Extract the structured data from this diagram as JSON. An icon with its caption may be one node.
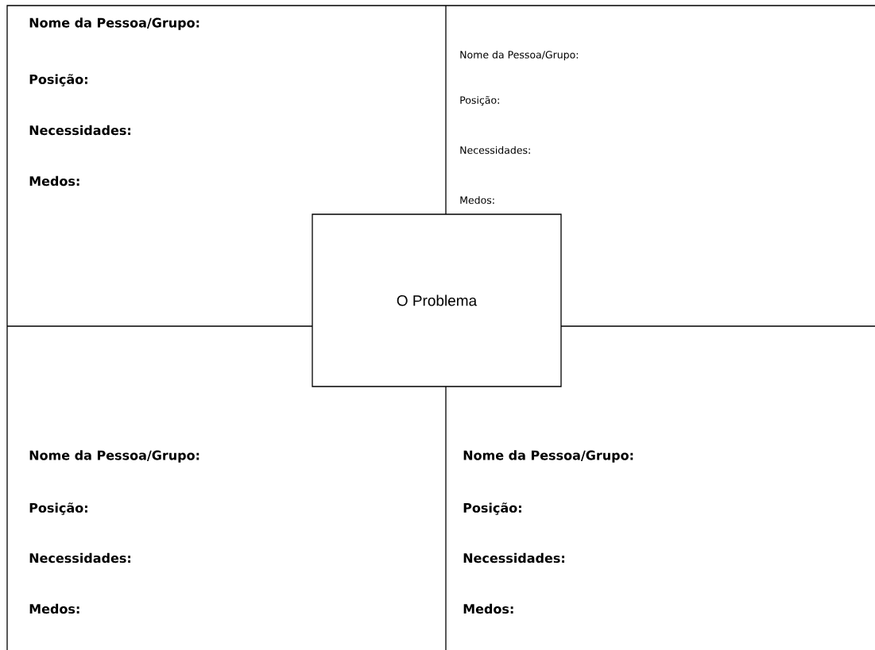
{
  "diagram": {
    "nodes": [
      {
        "text": [
          "Nome da Pessoa/Grupo:",
          "Posição:",
          "Necessidades:",
          "Medos:"
        ]
      },
      {
        "text": [
          "Nome da Pessoa/Grupo:",
          "Posição:",
          "Necessidades:",
          "Medos:"
        ]
      },
      {
        "text": [
          "Nome da Pessoa/Grupo:",
          "Posição:",
          "Necessidades:",
          "Medos:"
        ]
      },
      {
        "text": [
          "Nome da Pessoa/Grupo:",
          "Posição:",
          "Necessidades:",
          "Medos:"
        ]
      },
      {
        "text": [
          "O Problema"
        ]
      }
    ],
    "edges": []
  }
}
